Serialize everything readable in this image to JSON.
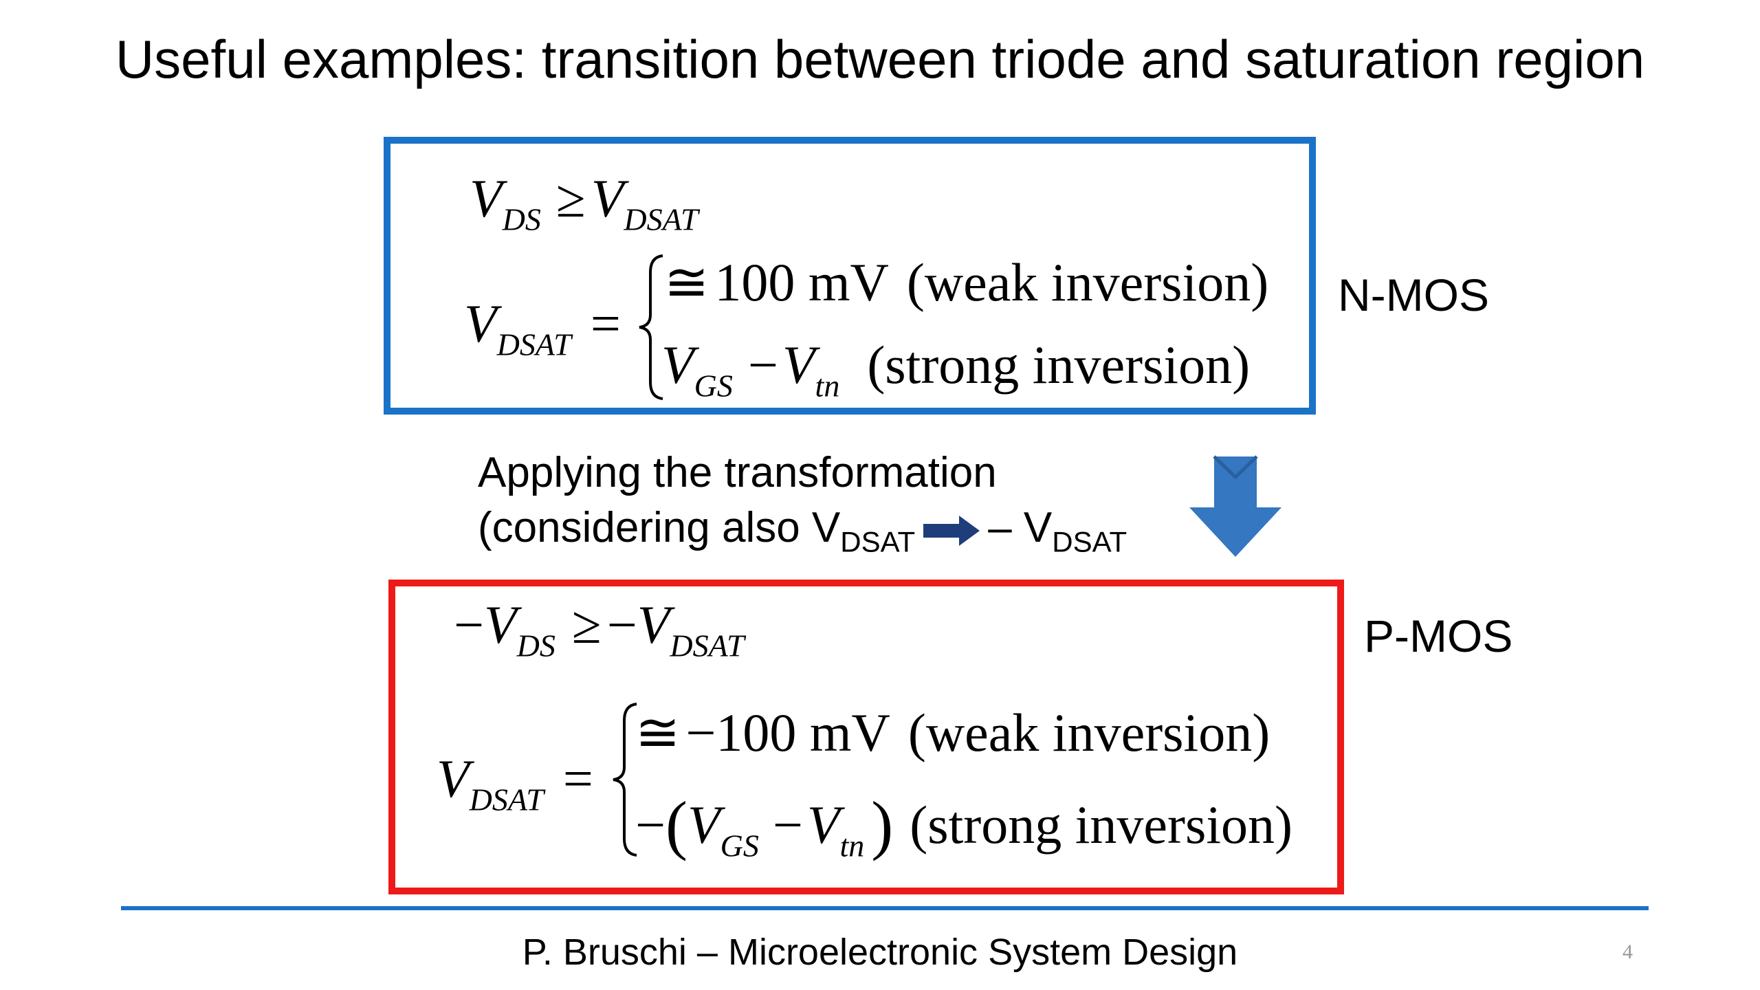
{
  "slide": {
    "title": "Useful examples: transition between triode and saturation region",
    "footer": "P. Bruschi – Microelectronic System Design",
    "page_number": "4"
  },
  "colors": {
    "nmos_border": "#1a73c7",
    "pmos_border": "#ee1a1a",
    "arrow_blue": "#3577c0",
    "inline_arrow": "#1f3d7a",
    "divider": "#1a73c7"
  },
  "nmos": {
    "label": "N-MOS",
    "cond": {
      "lhs": "V",
      "lhs_sub": "DS",
      "op": "≥",
      "rhs": "V",
      "rhs_sub": "DSAT"
    },
    "def": {
      "lhs": "V",
      "lhs_sub": "DSAT",
      "eq": "="
    },
    "case1": {
      "sym": "≅",
      "value": "100 mV",
      "desc": "(weak inversion)"
    },
    "case2": {
      "v1": "V",
      "v1_sub": "GS",
      "minus": "−",
      "v2": "V",
      "v2_sub": "tn",
      "desc": "(strong inversion)"
    }
  },
  "transformation": {
    "line1": "Applying the transformation",
    "line2_pre": "(considering also V",
    "line2_sub1": "DSAT",
    "line2_mid": "– V",
    "line2_sub2": "DSAT",
    "down_arrow_icon": "down-arrow-icon",
    "right_arrow_icon": "right-arrow-icon"
  },
  "pmos": {
    "label": "P-MOS",
    "cond": {
      "neg1": "−",
      "lhs": "V",
      "lhs_sub": "DS",
      "op": "≥",
      "neg2": "−",
      "rhs": "V",
      "rhs_sub": "DSAT"
    },
    "def": {
      "lhs": "V",
      "lhs_sub": "DSAT",
      "eq": "="
    },
    "case1": {
      "sym": "≅",
      "value": "−100 mV",
      "desc": "(weak inversion)"
    },
    "case2": {
      "neg": "−",
      "lparen": "(",
      "v1": "V",
      "v1_sub": "GS",
      "minus": "−",
      "v2": "V",
      "v2_sub": "tn",
      "rparen": ")",
      "desc": "(strong inversion)"
    }
  }
}
